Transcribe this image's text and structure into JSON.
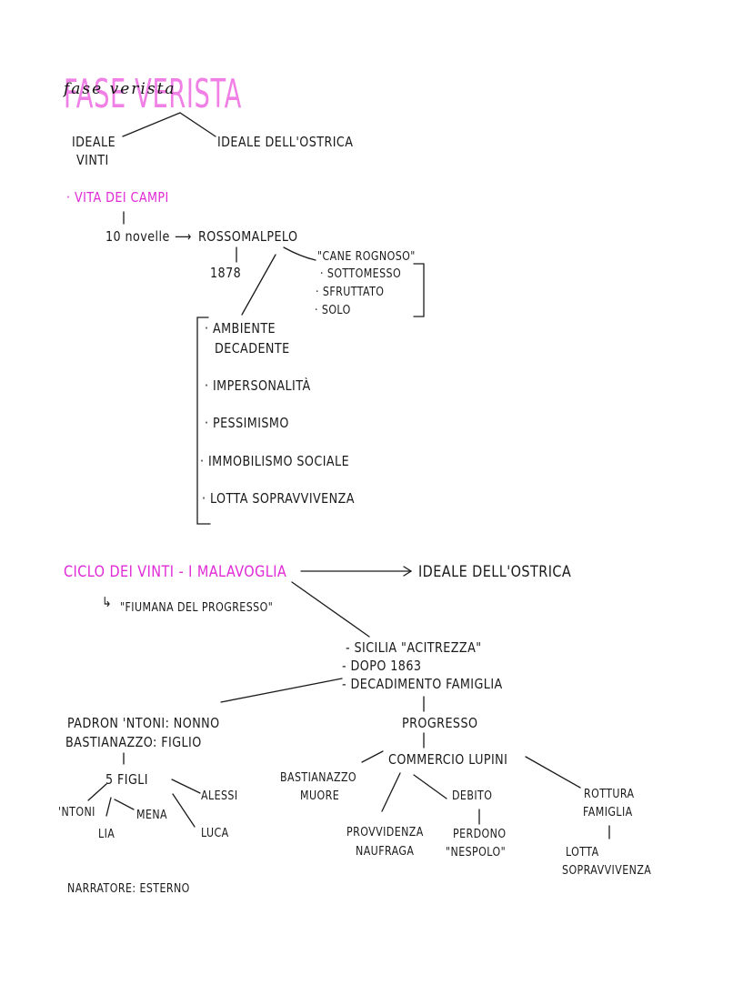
{
  "title": "FASE VERISTA",
  "title_script": "fase verista",
  "top": {
    "ideale_vinti": [
      "IDEALE",
      "VINTI"
    ],
    "ideale_ostrica": "IDEALE DELL'OSTRICA"
  },
  "vita": {
    "heading": "· VITA DEI CAMPI",
    "novelle": "10 novelle",
    "arrow": "⟶",
    "rosso": "ROSSOMALPELO",
    "year": "1878",
    "cane": "\"CANE ROGNOSO\"",
    "traits": [
      "· SOTTOMESSO",
      "· SFRUTTATO",
      "· SOLO"
    ],
    "themes": [
      "· AMBIENTE",
      "DECADENTE",
      "· IMPERSONALITÀ",
      "· PESSIMISMO",
      "· IMMOBILISMO SOCIALE",
      "· LOTTA SOPRAVVIVENZA"
    ]
  },
  "ciclo": {
    "heading": "CICLO DEI VINTI - I MALAVOGLIA",
    "ideale": "IDEALE DELL'OSTRICA",
    "fiumana_arrow": "↳",
    "fiumana": "\"FIUMANA DEL PROGRESSO\"",
    "facts": [
      "- SICILIA \"ACITREZZA\"",
      "- DOPO 1863",
      "- DECADIMENTO FAMIGLIA"
    ],
    "padron": "PADRON 'NTONI: NONNO",
    "bastianazzo": "BASTIANAZZO: FIGLIO",
    "figli": "5 FIGLI",
    "children": [
      "'NTONI",
      "LIA",
      "MENA",
      "ALESSI",
      "LUCA"
    ],
    "progresso": "PROGRESSO",
    "commercio": "COMMERCIO LUPINI",
    "bast_muore": [
      "BASTIANAZZO",
      "MUORE"
    ],
    "debito": "DEBITO",
    "provvidenza": [
      "PROVVIDENZA",
      "NAUFRAGA"
    ],
    "perdono": [
      "PERDONO",
      "\"NESPOLO\""
    ],
    "rottura": [
      "ROTTURA",
      "FAMIGLIA"
    ],
    "lotta": [
      "LOTTA",
      "SOPRAVVIVENZA"
    ],
    "narratore": "NARRATORE: ESTERNO"
  }
}
